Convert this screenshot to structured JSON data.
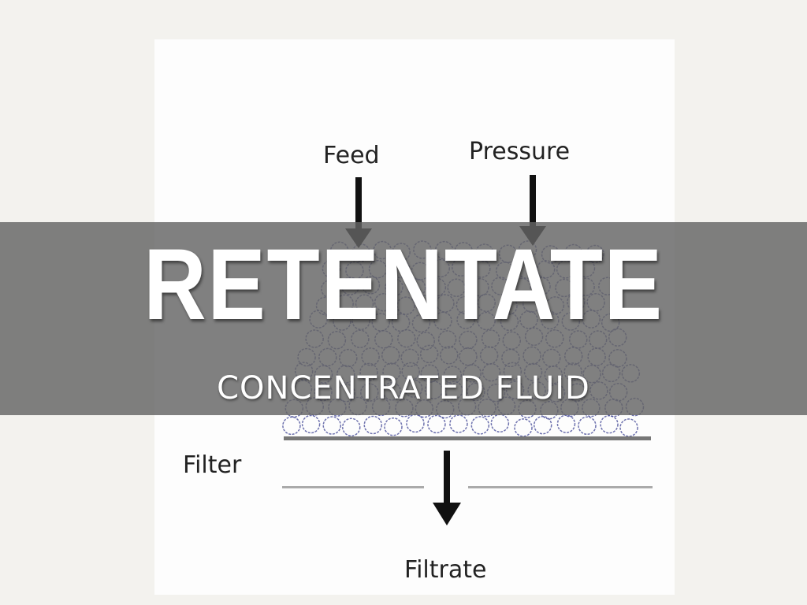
{
  "slide": {
    "title": "RETENTATE",
    "subtitle": "CONCENTRATED FLUID"
  },
  "diagram": {
    "labels": {
      "feed": "Feed",
      "pressure": "Pressure",
      "filter": "Filter",
      "filtrate": "Filtrate"
    },
    "particle_color": "#4a4f9a"
  }
}
